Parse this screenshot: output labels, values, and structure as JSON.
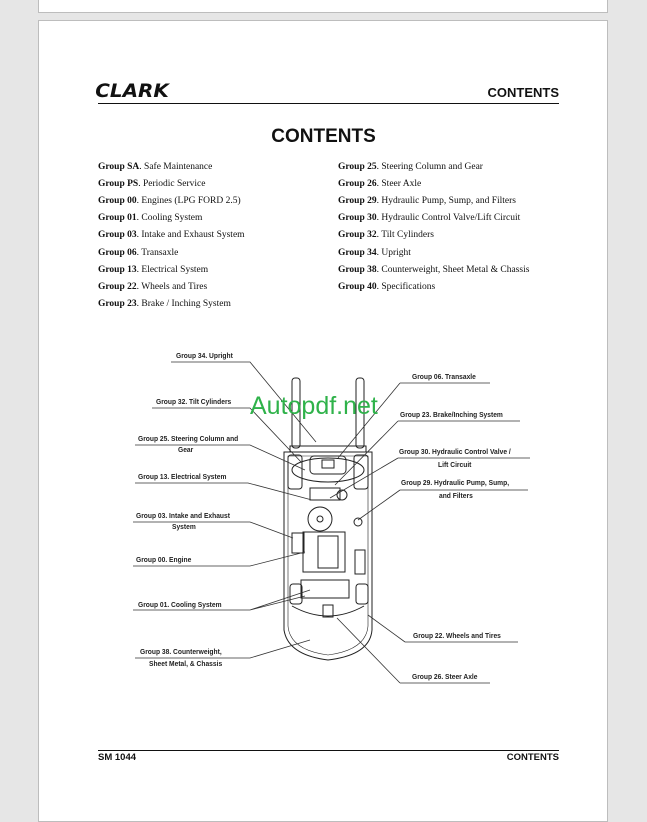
{
  "header": {
    "logo": "CLARK",
    "section": "CONTENTS"
  },
  "title": "CONTENTS",
  "toc_left": [
    {
      "group": "Group SA",
      "title": ". Safe Maintenance"
    },
    {
      "group": "Group PS",
      "title": ". Periodic Service"
    },
    {
      "group": "Group 00",
      "title": ". Engines (LPG FORD 2.5)"
    },
    {
      "group": "Group 01",
      "title": ". Cooling System"
    },
    {
      "group": "Group 03",
      "title": ". Intake and Exhaust System"
    },
    {
      "group": "Group 06",
      "title": ". Transaxle"
    },
    {
      "group": "Group 13",
      "title": ". Electrical System"
    },
    {
      "group": "Group 22",
      "title": ". Wheels and Tires"
    },
    {
      "group": "Group 23",
      "title": ". Brake / Inching System"
    }
  ],
  "toc_right": [
    {
      "group": "Group 25",
      "title": ". Steering Column and Gear"
    },
    {
      "group": "Group 26",
      "title": ". Steer Axle"
    },
    {
      "group": "Group 29",
      "title": ". Hydraulic Pump, Sump, and Filters"
    },
    {
      "group": "Group 30",
      "title": ". Hydraulic Control Valve/Lift Circuit"
    },
    {
      "group": "Group 32",
      "title": ". Tilt Cylinders"
    },
    {
      "group": "Group 34",
      "title": ". Upright"
    },
    {
      "group": "Group 38",
      "title": ". Counterweight, Sheet Metal & Chassis"
    },
    {
      "group": "Group 40",
      "title": ". Specifications"
    }
  ],
  "diagram_labels": {
    "upright": "Group 34. Upright",
    "tilt": "Group 32. Tilt Cylinders",
    "steering_1": "Group 25. Steering Column and",
    "steering_2": "Gear",
    "electrical": "Group 13. Electrical System",
    "intake_1": "Group 03. Intake and Exhaust",
    "intake_2": "System",
    "engine": "Group 00. Engine",
    "cooling": "Group 01. Cooling System",
    "counter_1": "Group 38. Counterweight,",
    "counter_2": "Sheet Metal, & Chassis",
    "transaxle": "Group 06. Transaxle",
    "brake": "Group 23. Brake/Inching System",
    "valve_1": "Group 30. Hydraulic Control Valve /",
    "valve_2": "Lift Circuit",
    "pump_1": "Group 29. Hydraulic Pump, Sump,",
    "pump_2": "and Filters",
    "wheels": "Group 22. Wheels and Tires",
    "steer_axle": "Group 26. Steer Axle"
  },
  "watermark": "Autopdf.net",
  "footer": {
    "manual": "SM 1044",
    "section": "CONTENTS"
  }
}
